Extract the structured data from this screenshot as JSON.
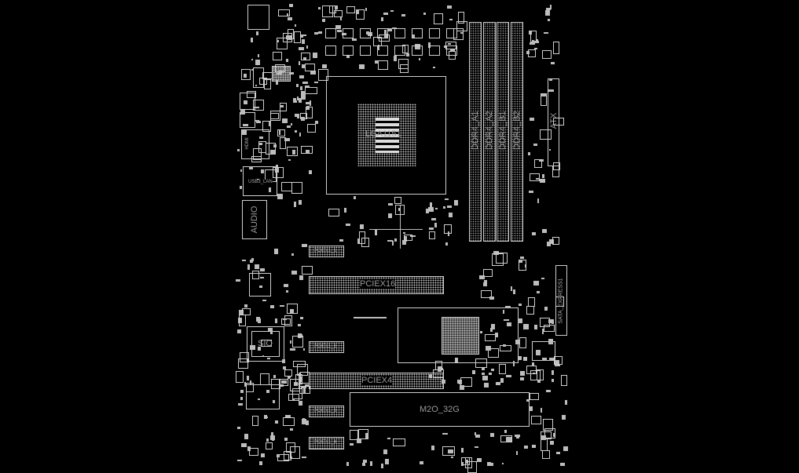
{
  "board": {
    "cpu_socket": "LGA1151",
    "dimm_slots": [
      "DDR4_A1",
      "DDR4_A2",
      "DDR4_B1",
      "DDR4_B2"
    ],
    "atx": "ATX",
    "sata": "SATA_EXPRESS1",
    "pciex16": "PCIEX16",
    "pciex4": "PCIEX4",
    "pciex1": [
      "PCIEX1_1",
      "PCIEX1_2",
      "PCIEX1_3",
      "PCIEX1_4"
    ],
    "m2": "M2O_32G",
    "sio": "SIO",
    "audio": "AUDIO",
    "usb_lan": "USB3_LAN",
    "hdmi": "HDMI"
  }
}
